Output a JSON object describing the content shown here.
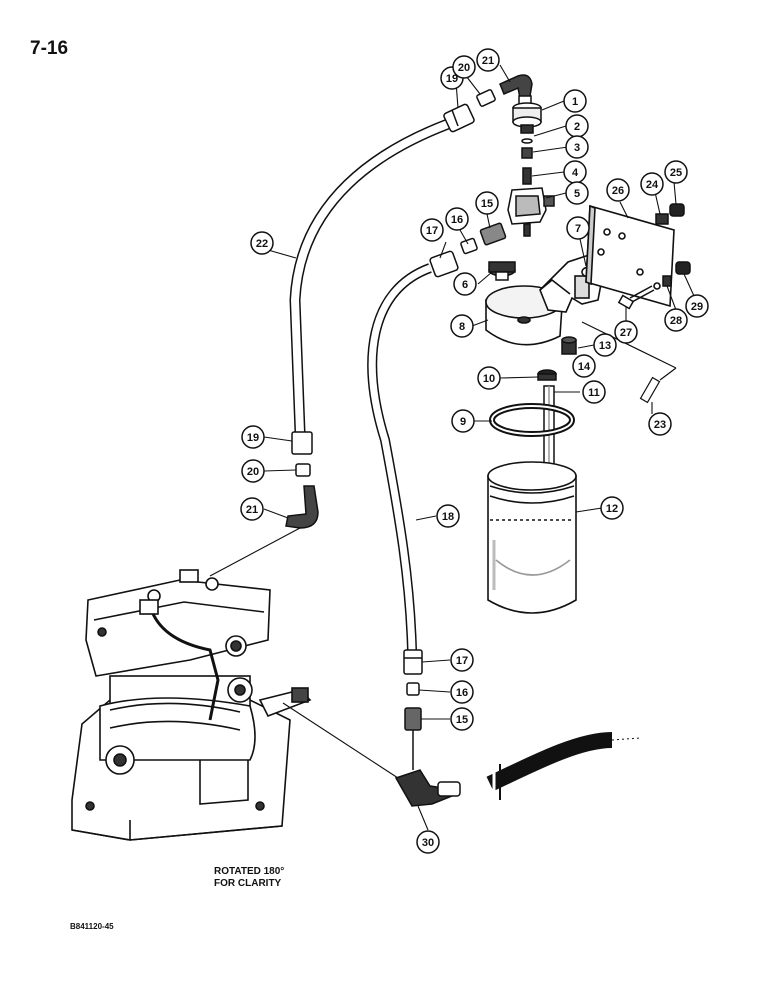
{
  "page_number": "7-16",
  "figure_code": "B841120-45",
  "note_lines": [
    "ROTATED 180°",
    "FOR CLARITY"
  ],
  "callouts": [
    {
      "id": "c1",
      "label": "1"
    },
    {
      "id": "c2",
      "label": "2"
    },
    {
      "id": "c3",
      "label": "3"
    },
    {
      "id": "c4",
      "label": "4"
    },
    {
      "id": "c5",
      "label": "5"
    },
    {
      "id": "c6",
      "label": "6"
    },
    {
      "id": "c7",
      "label": "7"
    },
    {
      "id": "c8",
      "label": "8"
    },
    {
      "id": "c9",
      "label": "9"
    },
    {
      "id": "c10",
      "label": "10"
    },
    {
      "id": "c11",
      "label": "11"
    },
    {
      "id": "c12",
      "label": "12"
    },
    {
      "id": "c13",
      "label": "13"
    },
    {
      "id": "c14",
      "label": "14"
    },
    {
      "id": "c15a",
      "label": "15"
    },
    {
      "id": "c16a",
      "label": "16"
    },
    {
      "id": "c17a",
      "label": "17"
    },
    {
      "id": "c18",
      "label": "18"
    },
    {
      "id": "c19a",
      "label": "19"
    },
    {
      "id": "c20a",
      "label": "20"
    },
    {
      "id": "c21a",
      "label": "21"
    },
    {
      "id": "c22",
      "label": "22"
    },
    {
      "id": "c23",
      "label": "23"
    },
    {
      "id": "c24",
      "label": "24"
    },
    {
      "id": "c25",
      "label": "25"
    },
    {
      "id": "c26",
      "label": "26"
    },
    {
      "id": "c27",
      "label": "27"
    },
    {
      "id": "c28",
      "label": "28"
    },
    {
      "id": "c29",
      "label": "29"
    },
    {
      "id": "c15b",
      "label": "15"
    },
    {
      "id": "c16b",
      "label": "16"
    },
    {
      "id": "c17b",
      "label": "17"
    },
    {
      "id": "c19b",
      "label": "19"
    },
    {
      "id": "c20b",
      "label": "20"
    },
    {
      "id": "c21b",
      "label": "21"
    },
    {
      "id": "c30",
      "label": "30"
    }
  ]
}
